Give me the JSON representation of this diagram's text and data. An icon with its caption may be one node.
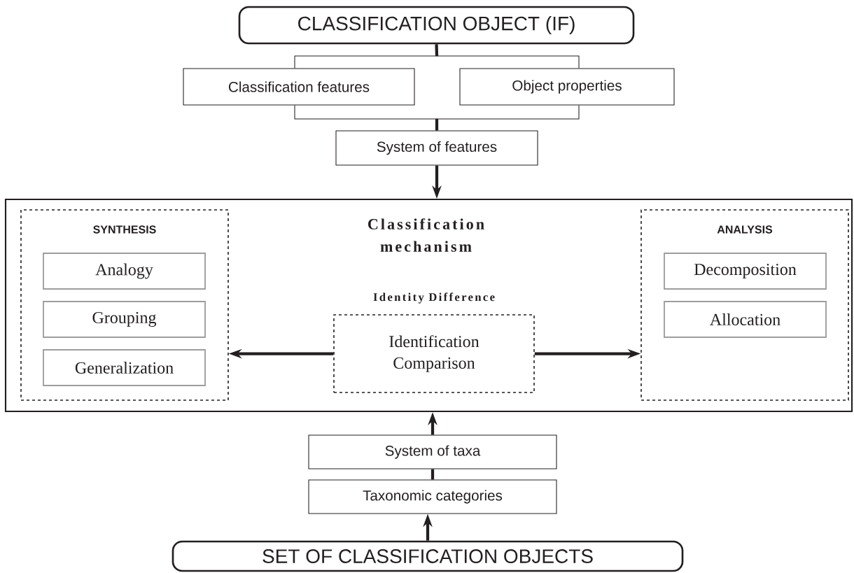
{
  "diagram": {
    "nodes": [
      {
        "text": [
          "CLASSIFICATION OBJECT (IF)"
        ]
      },
      {
        "text": [
          "Classification features"
        ]
      },
      {
        "text": [
          "Object properties"
        ]
      },
      {
        "text": [
          "System of features"
        ]
      },
      {
        "text": [
          "Classification mechanism"
        ]
      },
      {
        "text": [
          "SYNTHESIS"
        ],
        "in": 4
      },
      {
        "text": [
          "Analogy"
        ],
        "in": 5
      },
      {
        "text": [
          "Grouping"
        ],
        "in": 5
      },
      {
        "text": [
          "Generalization"
        ],
        "in": 5
      },
      {
        "text": [
          "Identity Difference",
          "Identification Comparison"
        ],
        "in": 4
      },
      {
        "text": [
          "ANALYSIS"
        ],
        "in": 4
      },
      {
        "text": [
          "Decomposition"
        ],
        "in": 10
      },
      {
        "text": [
          "Allocation"
        ],
        "in": 10
      },
      {
        "text": [
          "System of taxa"
        ]
      },
      {
        "text": [
          "Taxonomic categories"
        ]
      },
      {
        "text": [
          "SET OF CLASSIFICATION OBJECTS"
        ]
      }
    ],
    "edges": [
      {
        "from": 0,
        "to": 1,
        "arrow": "none"
      },
      {
        "from": 0,
        "to": 2,
        "arrow": "none"
      },
      {
        "from": 1,
        "to": 3,
        "arrow": "none"
      },
      {
        "from": 2,
        "to": 3,
        "arrow": "none"
      },
      {
        "from": 3,
        "to": 4,
        "arrow": "to"
      },
      {
        "from": 9,
        "to": 5,
        "arrow": "to"
      },
      {
        "from": 9,
        "to": 10,
        "arrow": "to"
      },
      {
        "from": 13,
        "to": 4,
        "arrow": "to"
      },
      {
        "from": 14,
        "to": 13,
        "arrow": "none"
      },
      {
        "from": 15,
        "to": 14,
        "arrow": "to"
      }
    ]
  }
}
